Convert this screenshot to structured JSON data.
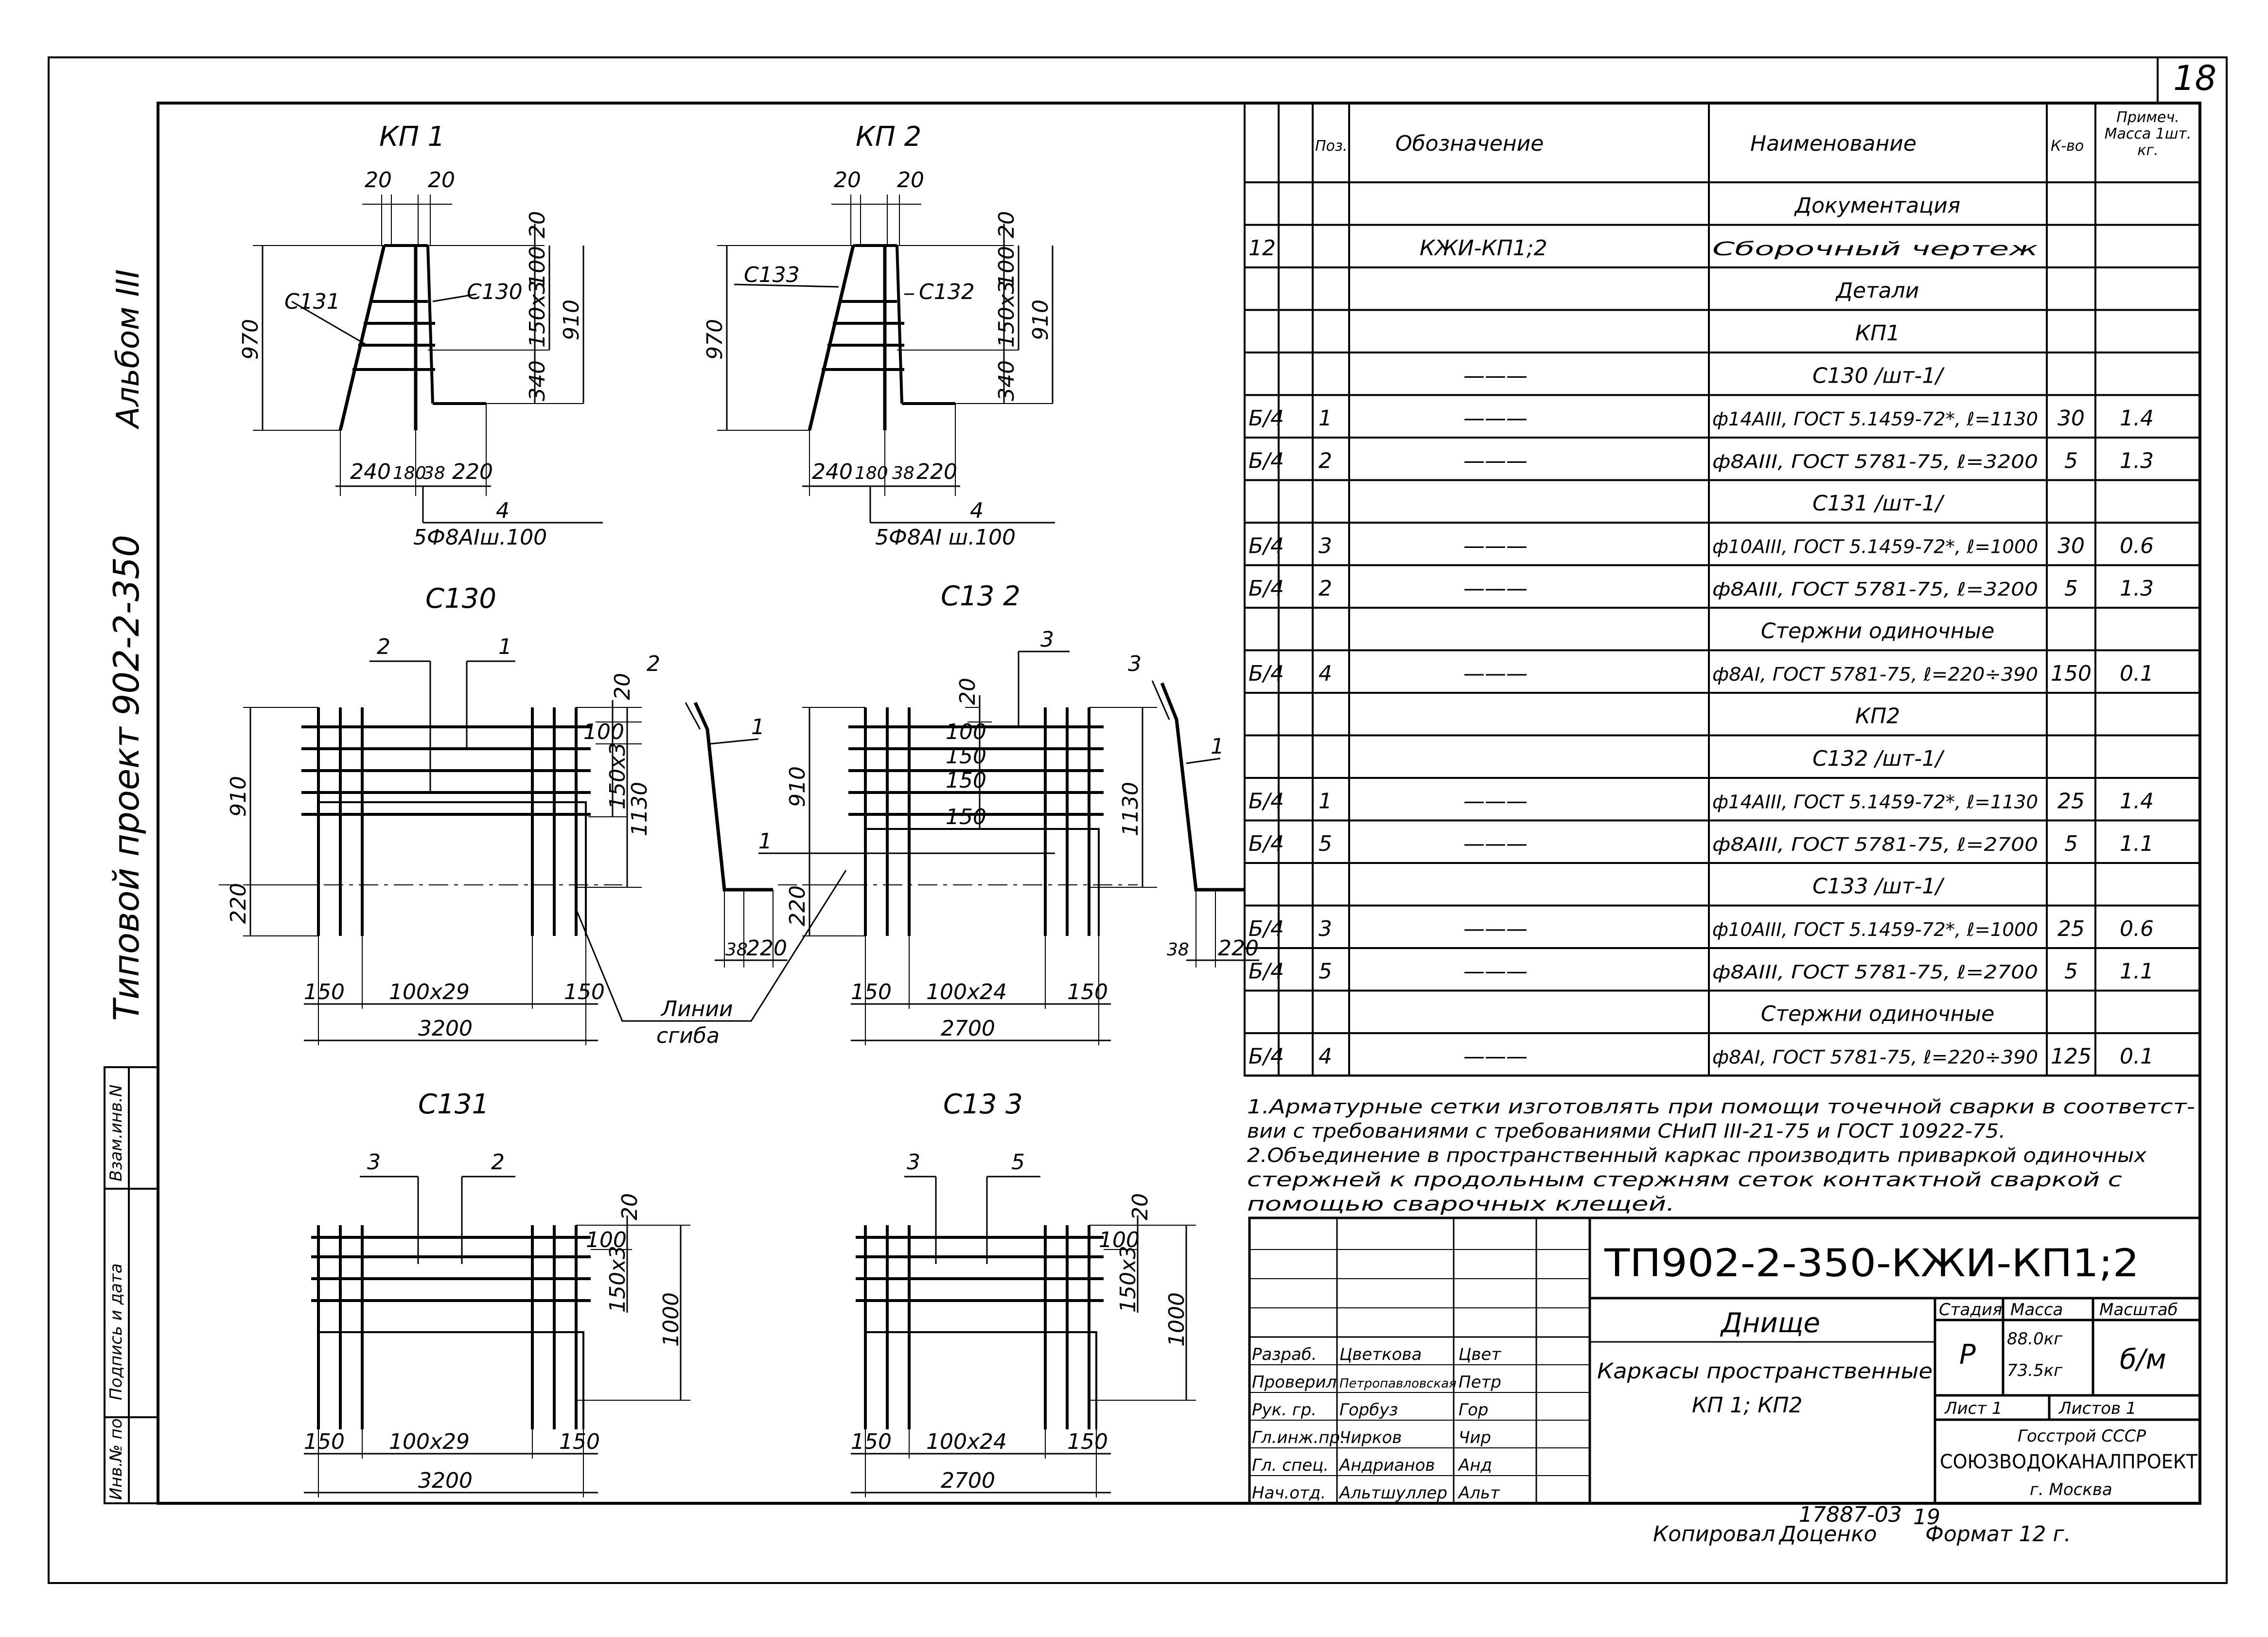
{
  "sheet_number": "18",
  "side_strip": {
    "album": "Альбом III",
    "project": "Типовой проект 902-2-350",
    "stamp_fields": [
      "Инв.№ по",
      "Подпись и дата",
      "Взам.инв.N"
    ]
  },
  "drawings": {
    "kp1": {
      "title": "КП 1",
      "dims": {
        "d20a": "20",
        "d20b": "20",
        "h20": "20",
        "h100": "100",
        "h150x3": "150x3",
        "h340": "340",
        "h910": "910",
        "h970": "970",
        "b240": "240",
        "b180": "180",
        "b38": "38",
        "b220": "220"
      },
      "labels": {
        "left_mesh": "С131",
        "right_mesh": "С130"
      },
      "callout_pos": "4",
      "callout_text": "5Ф8АIш.100"
    },
    "kp2": {
      "title": "КП 2",
      "dims": {
        "d20a": "20",
        "d20b": "20",
        "h20": "20",
        "h100": "100",
        "h150x3": "150x3",
        "h340": "340",
        "h910": "910",
        "h970": "970",
        "b240": "240",
        "b180": "180",
        "b38": "38",
        "b220": "220"
      },
      "labels": {
        "left_mesh": "С133",
        "right_mesh": "С132"
      },
      "callout_pos": "4",
      "callout_text": "5Ф8АI ш.100"
    },
    "c130": {
      "title": "С130",
      "pos_a": "2",
      "pos_b": "1",
      "dims": {
        "h20": "20",
        "h100": "100",
        "h150x3": "150x3",
        "h910": "910",
        "h220": "220",
        "h1130": "1130",
        "b150a": "150",
        "b100x29": "100x29",
        "b150b": "150",
        "total": "3200"
      },
      "profile": {
        "pos_a": "2",
        "pos_b": "1",
        "b38": "38",
        "b220": "220"
      }
    },
    "c132": {
      "title": "С13 2",
      "pos_top": "3",
      "pos_line": "1",
      "dims": {
        "h20": "20",
        "r1": "100",
        "r2": "150",
        "r3": "150",
        "r4": "150",
        "h910": "910",
        "h220": "220",
        "h1130": "1130",
        "b150a": "150",
        "b100x24": "100x24",
        "b150b": "150",
        "total": "2700"
      },
      "profile": {
        "pos_a": "3",
        "pos_b": "1",
        "b38": "38",
        "b220": "220"
      }
    },
    "bend_lines": {
      "line1": "Линии",
      "line2": "сгиба"
    },
    "c131": {
      "title": "С131",
      "pos_a": "3",
      "pos_b": "2",
      "dims": {
        "h20": "20",
        "h100": "100",
        "h150x3": "150x3",
        "h1000": "1000",
        "b150a": "150",
        "b100x29": "100x29",
        "b150b": "150",
        "total": "3200"
      }
    },
    "c133": {
      "title": "С13 3",
      "pos_a": "3",
      "pos_b": "5",
      "dims": {
        "h20": "20",
        "h100": "100",
        "h150x3": "150x3",
        "h1000": "1000",
        "b150a": "150",
        "b100x24": "100x24",
        "b150b": "150",
        "total": "2700"
      }
    }
  },
  "spec": {
    "headers": {
      "pos": "Поз.",
      "designation": "Обозначение",
      "name": "Наименование",
      "qty": "К-во",
      "note": "Примеч. Масса 1шт. кг."
    },
    "rows": [
      {
        "f": "",
        "pos": "",
        "des": "",
        "name": "Документация",
        "qty": "",
        "mass": ""
      },
      {
        "f": "12",
        "pos": "",
        "des": "КЖИ-КП1;2",
        "name": "Сборочный   чертеж",
        "qty": "",
        "mass": ""
      },
      {
        "f": "",
        "pos": "",
        "des": "",
        "name": "Детали",
        "qty": "",
        "mass": ""
      },
      {
        "f": "",
        "pos": "",
        "des": "",
        "name": "КП1",
        "qty": "",
        "mass": ""
      },
      {
        "f": "",
        "pos": "",
        "des": "———",
        "name": "С130 /шт-1/",
        "qty": "",
        "mass": ""
      },
      {
        "f": "Б/4",
        "pos": "1",
        "des": "———",
        "name": "ф14АIII, ГОСТ 5.1459-72*, ℓ=1130",
        "qty": "30",
        "mass": "1.4"
      },
      {
        "f": "Б/4",
        "pos": "2",
        "des": "———",
        "name": "ф8АIII, ГОСТ 5781-75, ℓ=3200",
        "qty": "5",
        "mass": "1.3"
      },
      {
        "f": "",
        "pos": "",
        "des": "",
        "name": "С131 /шт-1/",
        "qty": "",
        "mass": ""
      },
      {
        "f": "Б/4",
        "pos": "3",
        "des": "———",
        "name": "ф10АIII, ГОСТ 5.1459-72*, ℓ=1000",
        "qty": "30",
        "mass": "0.6"
      },
      {
        "f": "Б/4",
        "pos": "2",
        "des": "———",
        "name": "ф8АIII, ГОСТ 5781-75, ℓ=3200",
        "qty": "5",
        "mass": "1.3"
      },
      {
        "f": "",
        "pos": "",
        "des": "",
        "name": "Стержни одиночные",
        "qty": "",
        "mass": ""
      },
      {
        "f": "Б/4",
        "pos": "4",
        "des": "———",
        "name": "ф8АI, ГОСТ 5781-75, ℓ=220÷390",
        "qty": "150",
        "mass": "0.1"
      },
      {
        "f": "",
        "pos": "",
        "des": "",
        "name": "КП2",
        "qty": "",
        "mass": ""
      },
      {
        "f": "",
        "pos": "",
        "des": "",
        "name": "С132 /шт-1/",
        "qty": "",
        "mass": ""
      },
      {
        "f": "Б/4",
        "pos": "1",
        "des": "———",
        "name": "ф14АIII, ГОСТ 5.1459-72*, ℓ=1130",
        "qty": "25",
        "mass": "1.4"
      },
      {
        "f": "Б/4",
        "pos": "5",
        "des": "———",
        "name": "ф8АIII, ГОСТ 5781-75, ℓ=2700",
        "qty": "5",
        "mass": "1.1"
      },
      {
        "f": "",
        "pos": "",
        "des": "",
        "name": "С133 /шт-1/",
        "qty": "",
        "mass": ""
      },
      {
        "f": "Б/4",
        "pos": "3",
        "des": "———",
        "name": "ф10АIII, ГОСТ 5.1459-72*, ℓ=1000",
        "qty": "25",
        "mass": "0.6"
      },
      {
        "f": "Б/4",
        "pos": "5",
        "des": "———",
        "name": "ф8АIII, ГОСТ 5781-75, ℓ=2700",
        "qty": "5",
        "mass": "1.1"
      },
      {
        "f": "",
        "pos": "",
        "des": "",
        "name": "Стержни одиночные",
        "qty": "",
        "mass": ""
      },
      {
        "f": "Б/4",
        "pos": "4",
        "des": "———",
        "name": "ф8АI, ГОСТ 5781-75, ℓ=220÷390",
        "qty": "125",
        "mass": "0.1"
      }
    ]
  },
  "notes": [
    "1.Арматурные сетки изготовлять при помощи точечной сварки в соответст-",
    "   вии с требованиями с требованиями СНиП III-21-75 и ГОСТ 10922-75.",
    "2.Объединение в пространственный каркас производить приваркой одиночных",
    "   стержней к продольным стержням сеток контактной сваркой с",
    "   помощью сварочных клещей."
  ],
  "title_block": {
    "code": "ТП902-2-350-КЖИ-КП1;2",
    "object": "Днище",
    "description_1": "Каркасы пространственные",
    "description_2": "КП 1; КП2",
    "stage_label": "Стадия",
    "stage": "Р",
    "mass_label": "Масса",
    "mass_1": "88.0кг",
    "mass_2": "73.5кг",
    "scale_label": "Масштаб",
    "scale": "б/м",
    "sheet_label": "Лист 1",
    "sheets_label": "Листов 1",
    "org_1": "Госстрой СССР",
    "org_2": "СОЮЗВОДОКАНАЛПРОЕКТ",
    "org_3": "г. Москва",
    "people": [
      {
        "role": "Разраб.",
        "name": "Цветкова",
        "sign": "Цвет"
      },
      {
        "role": "Проверил",
        "name": "Петропавловская",
        "sign": "Петр"
      },
      {
        "role": "Рук. гр.",
        "name": "Горбуз",
        "sign": "Гор"
      },
      {
        "role": "Гл.инж.пр.",
        "name": "Чирков",
        "sign": "Чир"
      },
      {
        "role": "Гл. спец.",
        "name": "Андрианов",
        "sign": "Анд"
      },
      {
        "role": "Нач.отд.",
        "name": "Альтшуллер",
        "sign": "Альт"
      }
    ],
    "copied": "Копировал",
    "copier": "Доценко",
    "order": "17887-03",
    "page_no": "19",
    "format": "Формат 12 г."
  }
}
